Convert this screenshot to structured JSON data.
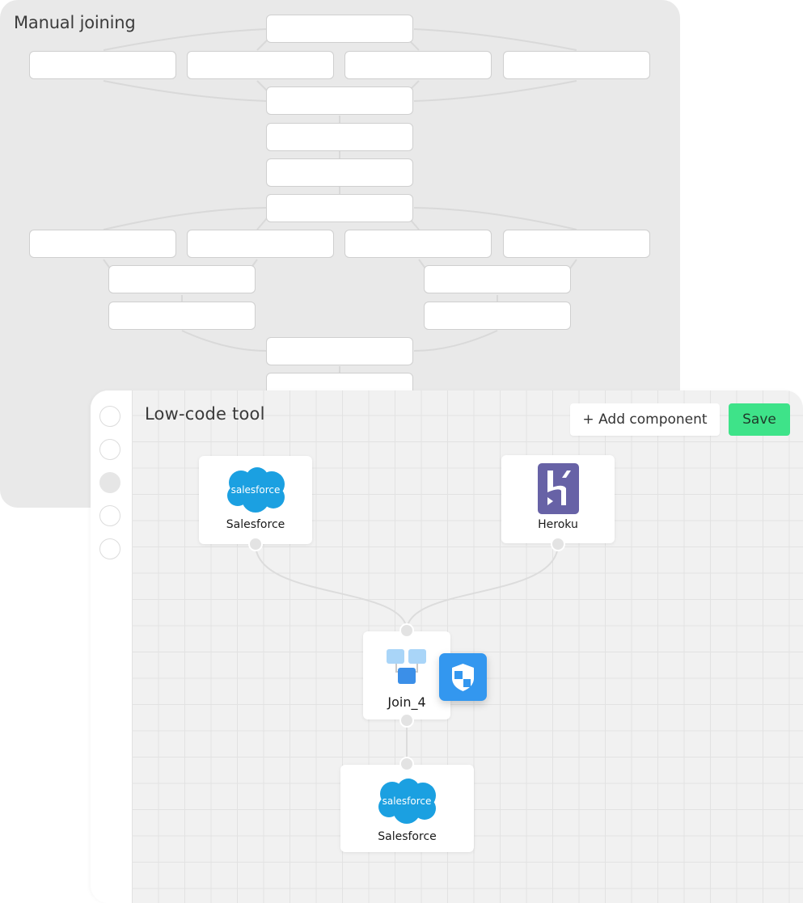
{
  "manual_panel": {
    "title": "Manual joining",
    "empty_box_count": 23
  },
  "lowcode_panel": {
    "title": "Low-code tool",
    "rail_items": [
      {
        "name": "rail-item-1",
        "active": false
      },
      {
        "name": "rail-item-2",
        "active": false
      },
      {
        "name": "rail-item-3",
        "active": true
      },
      {
        "name": "rail-item-4",
        "active": false
      },
      {
        "name": "rail-item-5",
        "active": false
      }
    ],
    "toolbar": {
      "add_component_label": "+ Add component",
      "save_label": "Save"
    },
    "nodes": {
      "source_salesforce": {
        "label": "Salesforce",
        "logo_text": "salesforce",
        "icon": "salesforce-cloud-icon"
      },
      "source_heroku": {
        "label": "Heroku",
        "icon": "heroku-icon"
      },
      "join": {
        "label": "Join_4",
        "icon": "join-icon",
        "badge_icon": "shield-icon"
      },
      "target_salesforce": {
        "label": "Salesforce",
        "logo_text": "salesforce",
        "icon": "salesforce-cloud-icon"
      }
    },
    "colors": {
      "salesforce_blue": "#1ba0e1",
      "heroku_purple": "#6762a6",
      "save_green": "#3ee389",
      "shield_blue": "#3397ef",
      "join_light": "#a9d5f8",
      "join_dark": "#3b8fe8"
    }
  }
}
